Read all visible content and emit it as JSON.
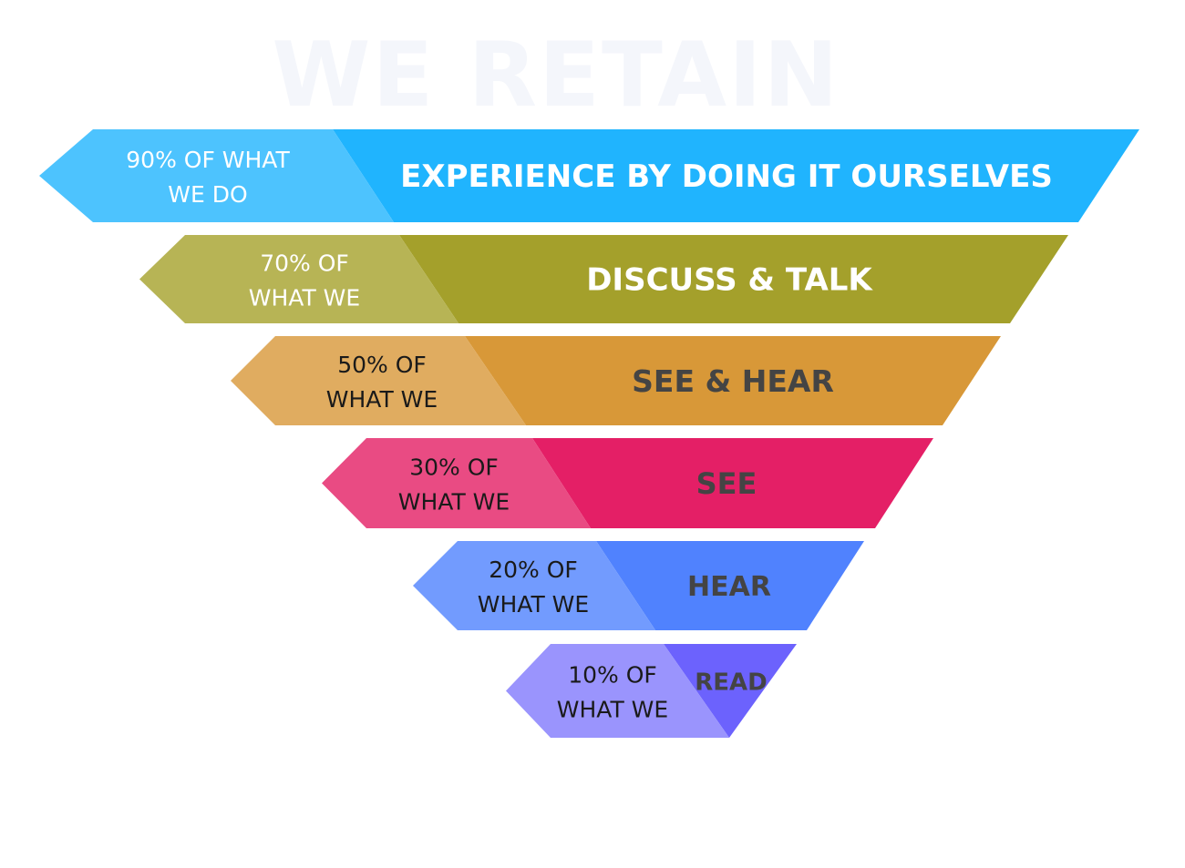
{
  "heading": "WE RETAIN",
  "colors": {
    "heading": "#f4f6fb",
    "dark_text": "#444444",
    "light_text": "#ffffff"
  },
  "levels": [
    {
      "pct_line1": "90% OF WHAT",
      "pct_line2": "WE DO",
      "action": "EXPERIENCE BY DOING IT OURSELVES",
      "main_color": "#20b4fe",
      "tab_color": "#4dc3fe",
      "pct_text_color": "#ffffff",
      "action_text_color": "#ffffff"
    },
    {
      "pct_line1": "70% OF",
      "pct_line2": "WHAT WE",
      "action": "DISCUSS & TALK",
      "main_color": "#a4a02b",
      "tab_color": "#b7b455",
      "pct_text_color": "#ffffff",
      "action_text_color": "#ffffff"
    },
    {
      "pct_line1": "50% OF",
      "pct_line2": "WHAT WE",
      "action": "SEE & HEAR",
      "main_color": "#d89838",
      "tab_color": "#e0ac60",
      "pct_text_color": "#1a1a1a",
      "action_text_color": "#444444"
    },
    {
      "pct_line1": "30% OF",
      "pct_line2": "WHAT WE",
      "action": "SEE",
      "main_color": "#e41f66",
      "tab_color": "#e94b83",
      "pct_text_color": "#1a1a1a",
      "action_text_color": "#444444"
    },
    {
      "pct_line1": "20% OF",
      "pct_line2": "WHAT WE",
      "action": "HEAR",
      "main_color": "#5082fe",
      "tab_color": "#729bfe",
      "pct_text_color": "#1a1a1a",
      "action_text_color": "#444444"
    },
    {
      "pct_line1": "10% OF",
      "pct_line2": "WHAT WE",
      "action": "READ",
      "main_color": "#6c62fd",
      "tab_color": "#9a94fd",
      "pct_text_color": "#1a1a1a",
      "action_text_color": "#444444"
    }
  ]
}
